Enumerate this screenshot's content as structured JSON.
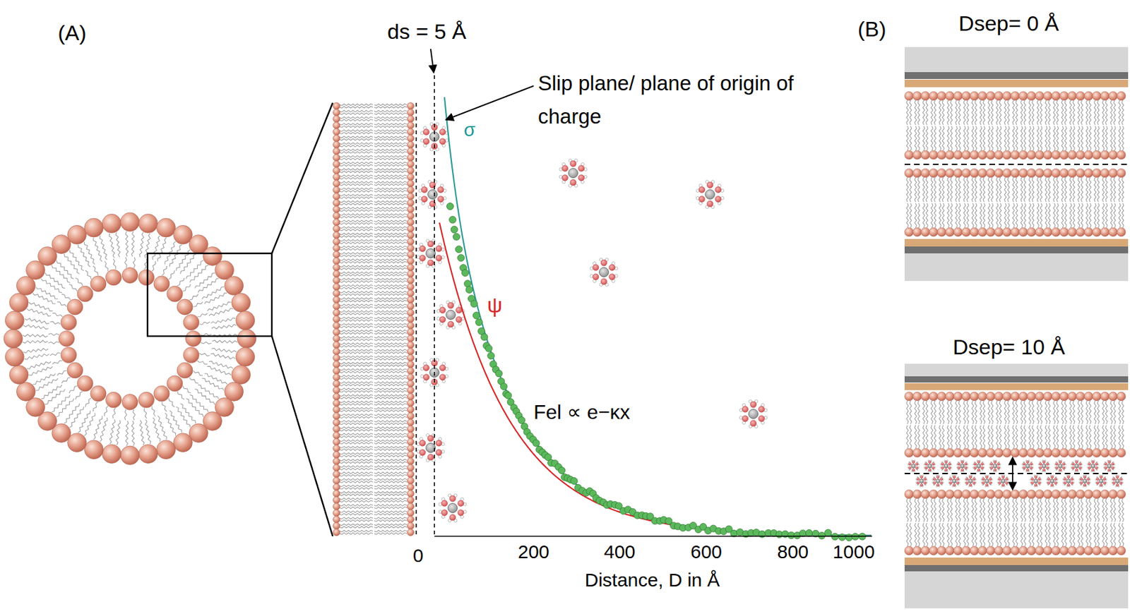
{
  "diagram": {
    "labels": [
      "(A)",
      "ds = 5 Å",
      "Slip plane/ plane of origin of charge",
      "σ",
      "ψ",
      "Fel ∝ e−κx",
      "0",
      "200",
      "400",
      "600",
      "800",
      "1000",
      "Distance, D in Å",
      "(B)",
      "Dsep= 0 Å",
      "Dsep= 10 Å"
    ]
  }
}
